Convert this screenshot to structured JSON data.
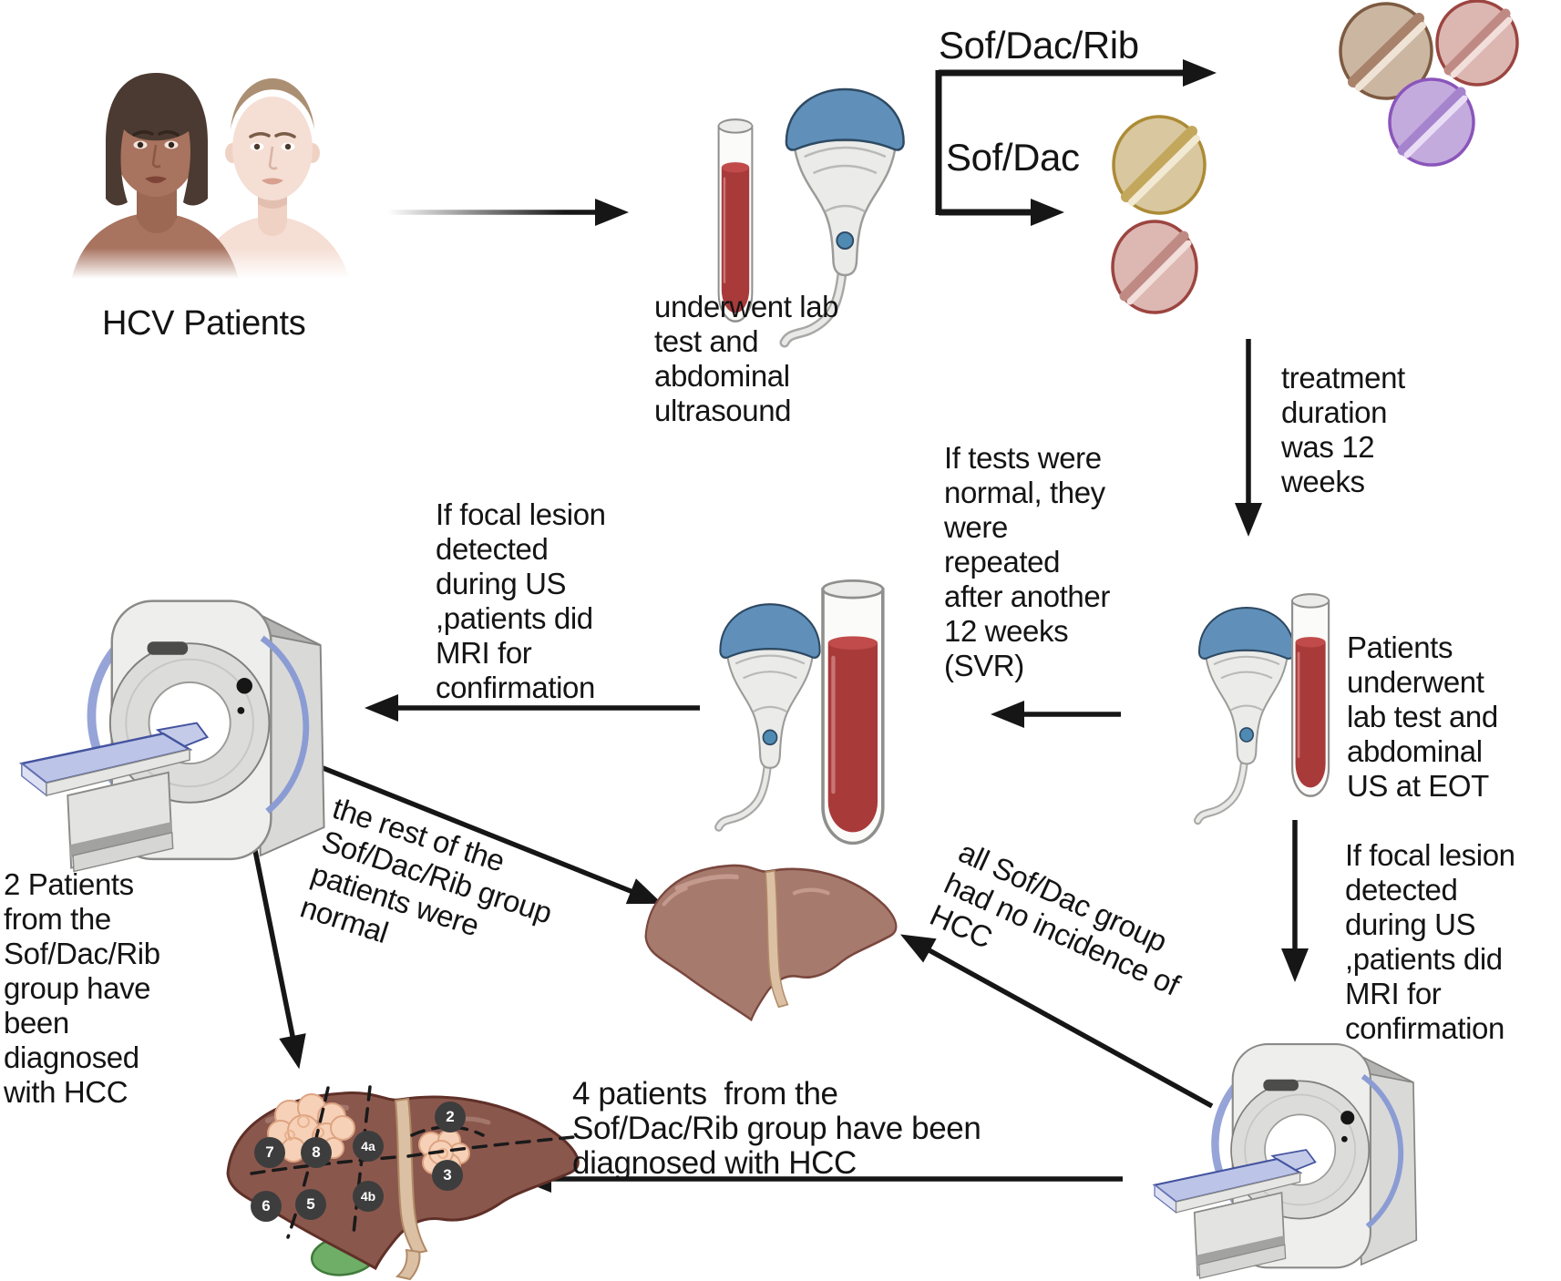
{
  "figure_title": "HCV treatment and HCC surveillance flow diagram",
  "texts": {
    "hcv_patients": "HCV Patients",
    "step_lab_us": "underwent lab\ntest and\nabdominal\nultrasound",
    "branch_rib": "Sof/Dac/Rib",
    "branch_sofdac": "Sof/Dac",
    "duration": "treatment\nduration\nwas 12\nweeks",
    "svr": "If tests were\nnormal, they\nwere\nrepeated\nafter another\n12 weeks\n(SVR)",
    "mri_note_left": "If focal lesion\ndetected\nduring US\n,patients did\nMRI for\nconfirmation",
    "eot": "Patients\nunderwent\nlab test and\nabdominal\nUS at EOT",
    "mri_note_right": "If focal lesion\ndetected\nduring US\n,patients did\nMRI for\nconfirmation",
    "hcc_two": "2 Patients\nfrom the\nSof/Dac/Rib\ngroup have\nbeen\ndiagnosed\nwith HCC",
    "rest_normal": "the rest of the\nSof/Dac/Rib group\npatients were\nnormal",
    "sofdac_no_hcc": "all Sof/Dac group\nhad no incidence of\nHCC",
    "hcc_four": "4 patients  from the\nSof/Dac/Rib group have been\ndiagnosed with HCC"
  },
  "liver_segments": [
    "7",
    "8",
    "4a",
    "2",
    "3",
    "4b",
    "5",
    "6"
  ],
  "illustrations": {
    "patients": "two-patients-illustration",
    "blood_tube": "blood-sample-tube-icon",
    "ultrasound_probe": "ultrasound-probe-icon",
    "pills": "pill-icon",
    "mri": "mri-scanner-icon",
    "liver_normal": "healthy-liver-icon",
    "liver_segmented": "segmented-liver-with-hcc-icon",
    "gallbladder": "gallbladder-icon"
  },
  "colors": {
    "arrow": "#161616",
    "blood": "#a93a3a",
    "probe_blue": "#6090ba",
    "mri_ring_blue": "#96a4d8",
    "bed_blue": "#bcc4e8",
    "liver_normal": "#a77a6e",
    "liver_segmented": "#8a574d",
    "ligament": "#dcc0a4",
    "tumor": "#f6d1b7",
    "gallbladder_green": "#6fae67",
    "pill_tan": "#cbb6a2",
    "pill_pink": "#dcb7b2",
    "pill_purple": "#c4abdd",
    "pill_gold": "#d9c79f",
    "segment_badge": "#3d3d3d"
  }
}
